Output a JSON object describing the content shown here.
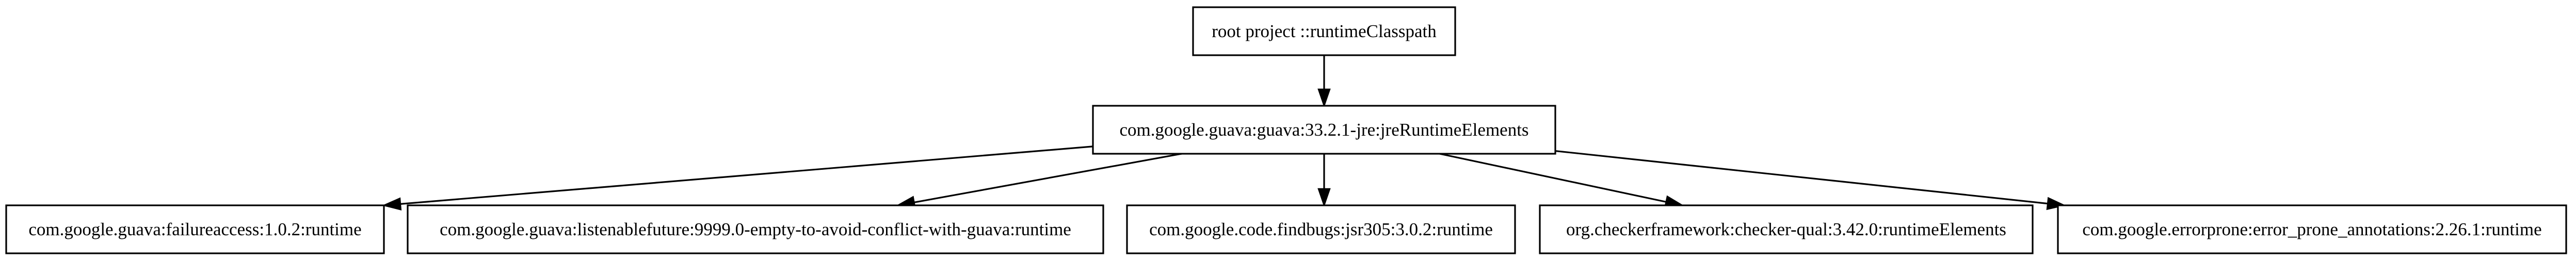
{
  "graph": {
    "nodes": [
      {
        "id": "root",
        "label": "root project ::runtimeClasspath"
      },
      {
        "id": "guava",
        "label": "com.google.guava:guava:33.2.1-jre:jreRuntimeElements"
      },
      {
        "id": "failureaccess",
        "label": "com.google.guava:failureaccess:1.0.2:runtime"
      },
      {
        "id": "listenablefuture",
        "label": "com.google.guava:listenablefuture:9999.0-empty-to-avoid-conflict-with-guava:runtime"
      },
      {
        "id": "jsr305",
        "label": "com.google.code.findbugs:jsr305:3.0.2:runtime"
      },
      {
        "id": "checkerqual",
        "label": "org.checkerframework:checker-qual:3.42.0:runtimeElements"
      },
      {
        "id": "errorprone",
        "label": "com.google.errorprone:error_prone_annotations:2.26.1:runtime"
      }
    ],
    "edges": [
      {
        "from": "root",
        "to": "guava"
      },
      {
        "from": "guava",
        "to": "failureaccess"
      },
      {
        "from": "guava",
        "to": "listenablefuture"
      },
      {
        "from": "guava",
        "to": "jsr305"
      },
      {
        "from": "guava",
        "to": "checkerqual"
      },
      {
        "from": "guava",
        "to": "errorprone"
      }
    ]
  }
}
